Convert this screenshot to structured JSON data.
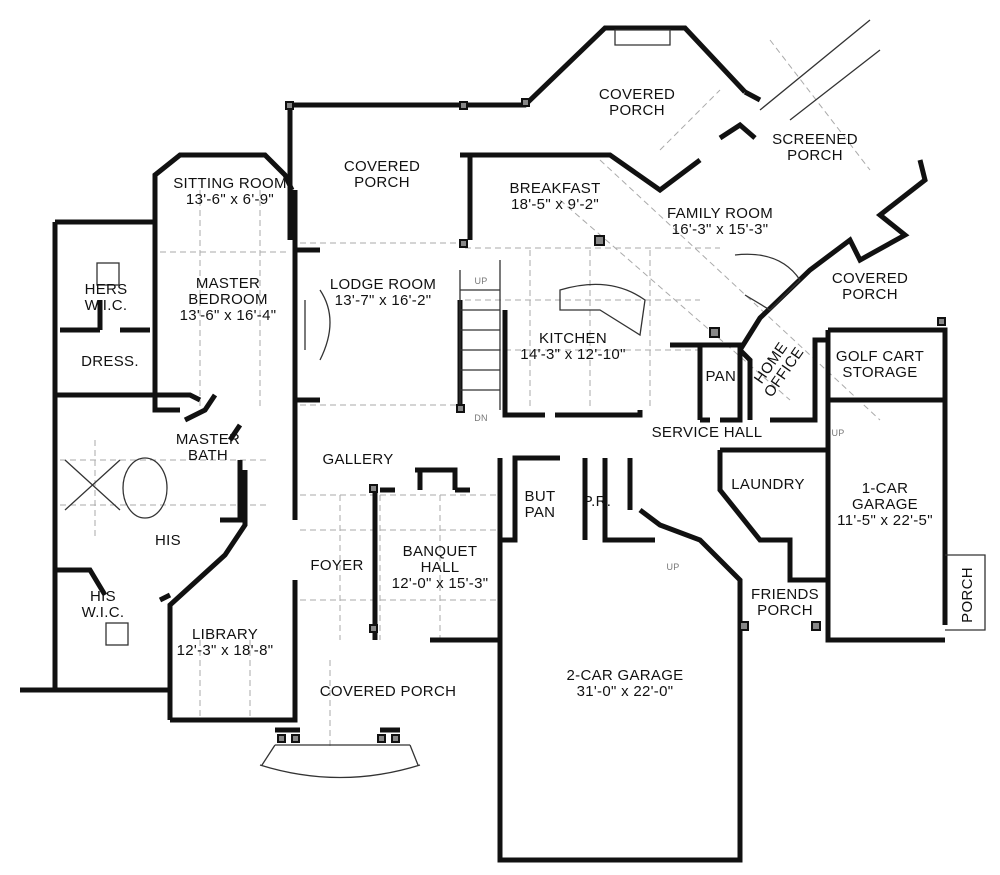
{
  "rooms": {
    "covered_porch_top": {
      "name": "COVERED",
      "name2": "PORCH"
    },
    "screened_porch": {
      "name": "SCREENED",
      "name2": "PORCH"
    },
    "covered_porch_mid": {
      "name": "COVERED",
      "name2": "PORCH"
    },
    "sitting_room": {
      "name": "SITTING  ROOM",
      "dims": "13'-6\" x 6'-9\""
    },
    "breakfast": {
      "name": "BREAKFAST",
      "dims": "18'-5\" x 9'-2\""
    },
    "family_room": {
      "name": "FAMILY  ROOM",
      "dims": "16'-3\" x 15'-3\""
    },
    "hers_wic": {
      "name": "HERS",
      "name2": "W.I.C."
    },
    "master_bedroom": {
      "name": "MASTER",
      "name2": "BEDROOM",
      "dims": "13'-6\" x 16'-4\""
    },
    "lodge_room": {
      "name": "LODGE  ROOM",
      "dims": "13'-7\" x 16'-2\""
    },
    "covered_porch_right": {
      "name": "COVERED",
      "name2": "PORCH"
    },
    "kitchen": {
      "name": "KITCHEN",
      "dims": "14'-3\" x 12'-10\""
    },
    "pantry": {
      "name": "PAN."
    },
    "home_office": {
      "name": "HOME",
      "name2": "OFFICE"
    },
    "golf_cart_storage": {
      "name": "GOLF  CART",
      "name2": "STORAGE"
    },
    "dress": {
      "name": "DRESS."
    },
    "master_bath": {
      "name": "MASTER",
      "name2": "BATH"
    },
    "gallery": {
      "name": "GALLERY"
    },
    "service_hall": {
      "name": "SERVICE  HALL"
    },
    "laundry": {
      "name": "LAUNDRY"
    },
    "one_car_garage": {
      "name": "1-CAR",
      "name2": "GARAGE",
      "dims": "11'-5\" x 22'-5\""
    },
    "butler_pantry": {
      "name": "BUT",
      "name2": "PAN"
    },
    "powder_room": {
      "name": "P.R."
    },
    "his": {
      "name": "HIS"
    },
    "foyer": {
      "name": "FOYER"
    },
    "banquet_hall": {
      "name": "BANQUET",
      "name2": "HALL",
      "dims": "12'-0\" x 15'-3\""
    },
    "friends_porch": {
      "name": "FRIENDS",
      "name2": "PORCH"
    },
    "porch_side": {
      "name": "PORCH"
    },
    "his_wic": {
      "name": "HIS",
      "name2": "W.I.C."
    },
    "library": {
      "name": "LIBRARY",
      "dims": "12'-3\" x 18'-8\""
    },
    "covered_porch_front": {
      "name": "COVERED  PORCH"
    },
    "two_car_garage": {
      "name": "2-CAR  GARAGE",
      "dims": "31'-0\" x 22'-0\""
    }
  },
  "stairs": {
    "up": "UP",
    "dn": "DN",
    "up_service": "UP",
    "up_garage": "UP"
  }
}
